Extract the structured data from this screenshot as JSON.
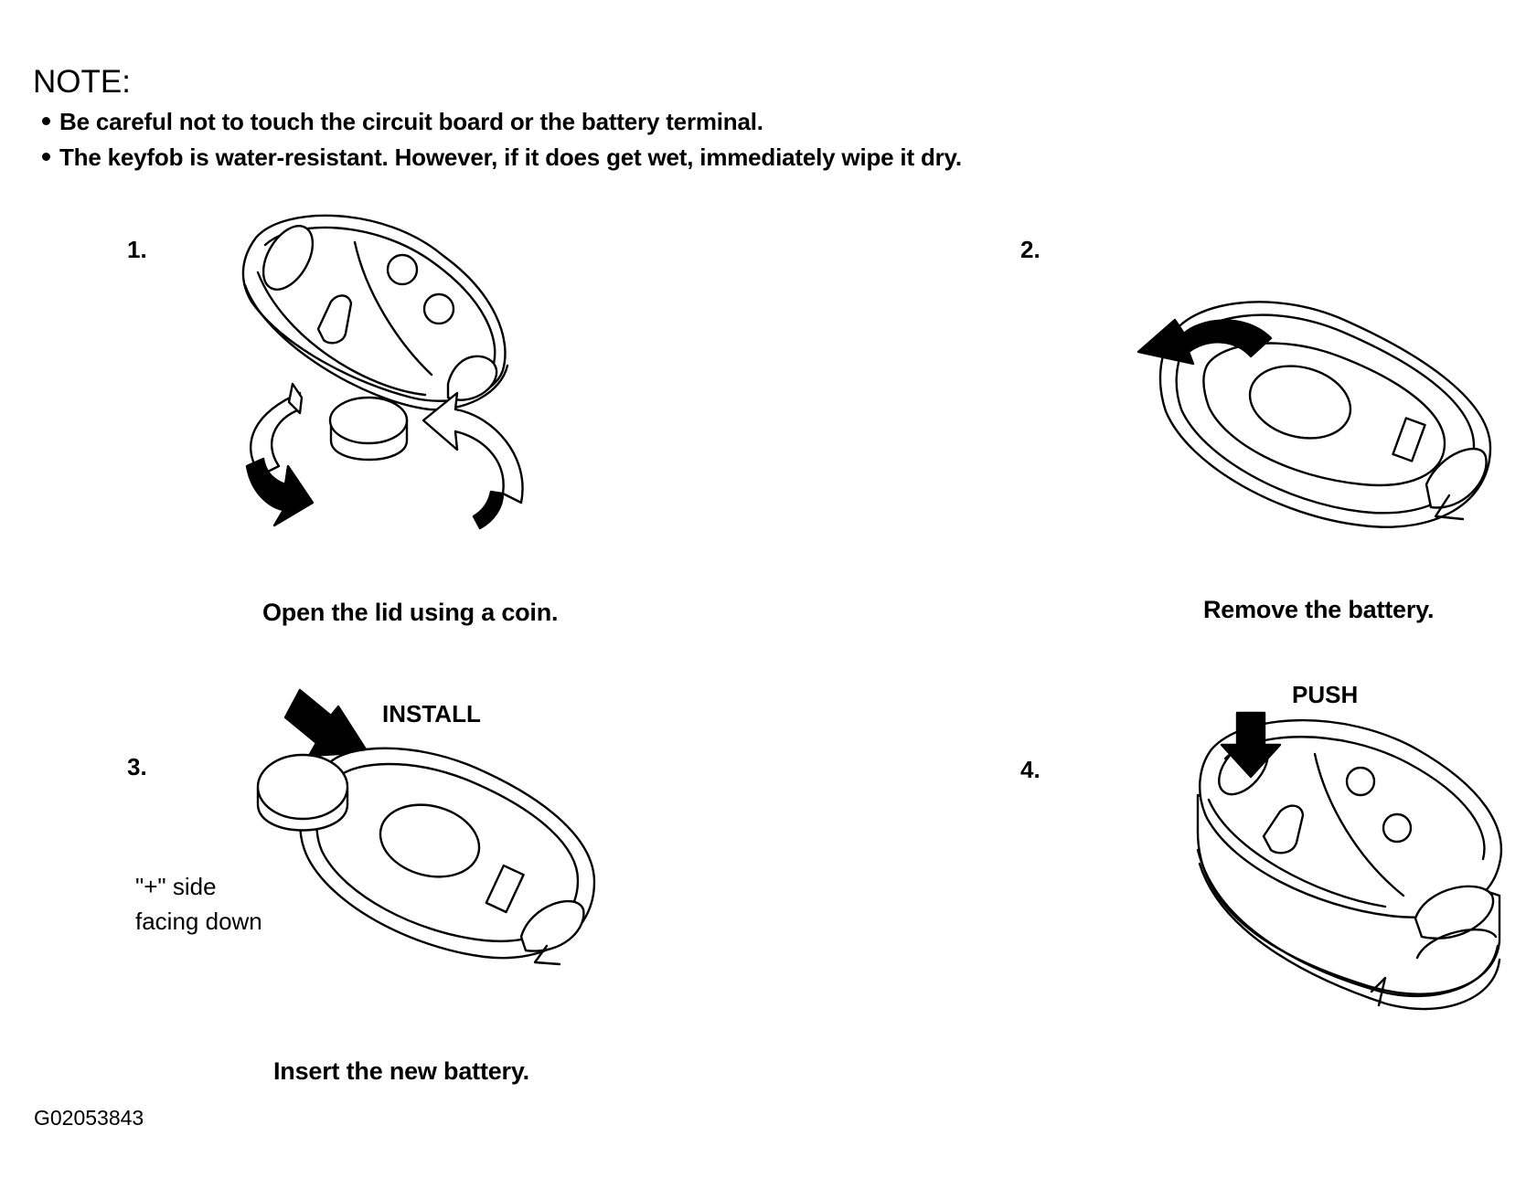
{
  "note": {
    "title": "NOTE:",
    "items": [
      "Be careful not to touch the circuit board or the battery terminal.",
      "The keyfob is water-resistant. However, if it does get wet, immediately wipe it dry."
    ]
  },
  "steps": [
    {
      "number": "1.",
      "caption": "Open the lid using a coin."
    },
    {
      "number": "2.",
      "caption": "Remove the battery."
    },
    {
      "number": "3.",
      "caption": "Insert the new battery.",
      "label_install": "INSTALL",
      "label_side_1": "\"+\" side",
      "label_side_2": "facing down"
    },
    {
      "number": "4.",
      "label_push": "PUSH"
    }
  ],
  "figure_id": "G02053843"
}
